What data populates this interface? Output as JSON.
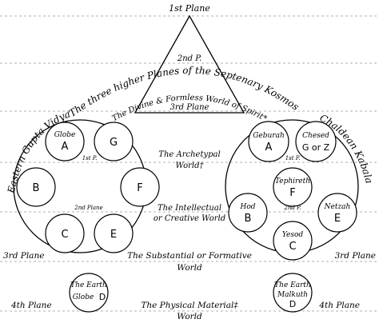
{
  "planes": {
    "p1": "1st Plane",
    "p2": "2nd P.",
    "p3": "3rd Plane",
    "p3_left": "3rd Plane",
    "p3_right": "3rd Plane",
    "p4_left": "4th Plane",
    "p4_right": "4th Plane"
  },
  "arc_texts": {
    "top1": "The three higher Planes of the Septenary Kosmos",
    "top2": "The Divine & Formless World of Spirit*",
    "left": "Eastern Gupta Vidya",
    "right": "Chaldean Kabala"
  },
  "worlds": {
    "archetypal_1": "The Archetypal",
    "archetypal_2": "World†",
    "intellectual_1": "The Intellectual",
    "intellectual_2": "or Creative World",
    "substantial_1": "The Substantial or Formative",
    "substantial_2": "World",
    "physical_1": "The Physical Material‡",
    "physical_2": "World"
  },
  "left_group": {
    "globe_word": "Globe",
    "a": "A",
    "g": "G",
    "b": "B",
    "f": "F",
    "c": "C",
    "e": "E",
    "first_p": "1st P.",
    "second_plane": "2nd Plane",
    "earth_1": "The Earth",
    "earth_2": "Globe",
    "earth_d": "D"
  },
  "right_group": {
    "geburah": "Geburah",
    "geburah_l": "A",
    "chesed": "Chesed",
    "chesed_l": "G or Z",
    "first_p": "1st P.",
    "tephireth": "Tephireth",
    "tephireth_l": "F",
    "hod": "Hod",
    "hod_l": "B",
    "netzah": "Netzah",
    "netzah_l": "E",
    "second_p": "2nd P.",
    "yesod": "Yesod",
    "yesod_l": "C",
    "malkuth_1": "The Earth",
    "malkuth_2": "Malkuth",
    "malkuth_d": "D"
  }
}
